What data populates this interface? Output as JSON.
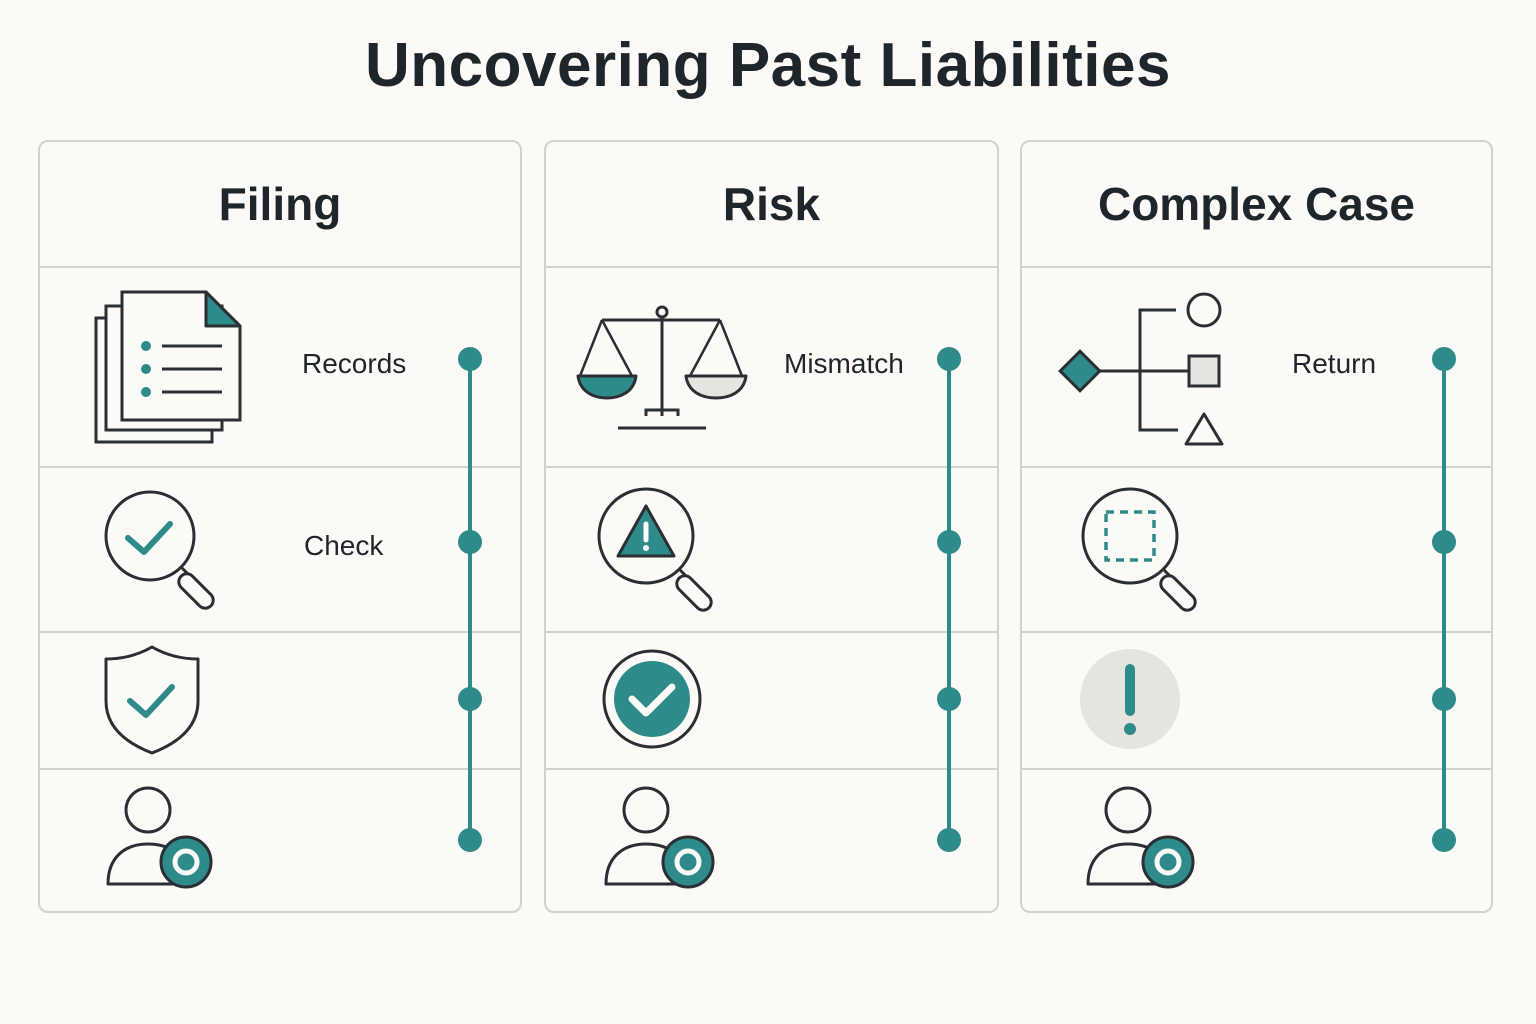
{
  "title": "Uncovering Past Liabilities",
  "colors": {
    "accent": "#2f8a8a",
    "stroke": "#2b2f33",
    "border": "#d3d1cc",
    "background": "#fbfaf6",
    "muted": "#e6e4df"
  },
  "panels": [
    {
      "heading": "Filing",
      "rows": [
        {
          "label": "Records",
          "icon": "documents-icon"
        },
        {
          "label": "Check",
          "icon": "magnifier-check-icon"
        },
        {
          "label": "",
          "icon": "shield-check-icon"
        },
        {
          "label": "",
          "icon": "user-badge-icon"
        }
      ]
    },
    {
      "heading": "Risk",
      "rows": [
        {
          "label": "Mismatch",
          "icon": "scales-icon"
        },
        {
          "label": "",
          "icon": "magnifier-warning-icon"
        },
        {
          "label": "",
          "icon": "check-circle-icon"
        },
        {
          "label": "",
          "icon": "user-badge-icon"
        }
      ]
    },
    {
      "heading": "Complex Case",
      "rows": [
        {
          "label": "Return",
          "icon": "decision-tree-icon"
        },
        {
          "label": "",
          "icon": "magnifier-dashed-icon"
        },
        {
          "label": "",
          "icon": "exclamation-circle-icon"
        },
        {
          "label": "",
          "icon": "user-badge-icon"
        }
      ]
    }
  ]
}
